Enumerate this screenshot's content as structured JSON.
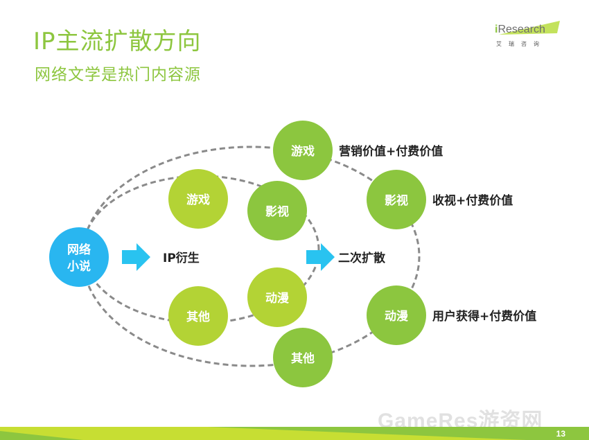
{
  "header": {
    "title": "IP主流扩散方向",
    "subtitle": "网络文学是热门内容源"
  },
  "logo": {
    "i": "i",
    "word": "Research",
    "cn": "艾瑞咨询"
  },
  "diagram": {
    "source": {
      "line1": "网络",
      "line2": "小说"
    },
    "arrow_labels": {
      "derive": "IP衍生",
      "spread": "二次扩散"
    },
    "inner_nodes": [
      "游戏",
      "影视",
      "动漫",
      "其他"
    ],
    "outer_nodes": [
      "游戏",
      "影视",
      "动漫",
      "其他"
    ],
    "value_labels": [
      "营销价值+付费价值",
      "收视+付费价值",
      "用户获得+付费价值"
    ]
  },
  "colors": {
    "accent_green": "#8dc63f",
    "node_green": "#8cc63f",
    "node_green_light": "#b3d335",
    "source_blue": "#29b6f0",
    "arrow_blue": "#29c3f0"
  },
  "footer": {
    "page": "13",
    "watermark": "GameRes游资网"
  }
}
